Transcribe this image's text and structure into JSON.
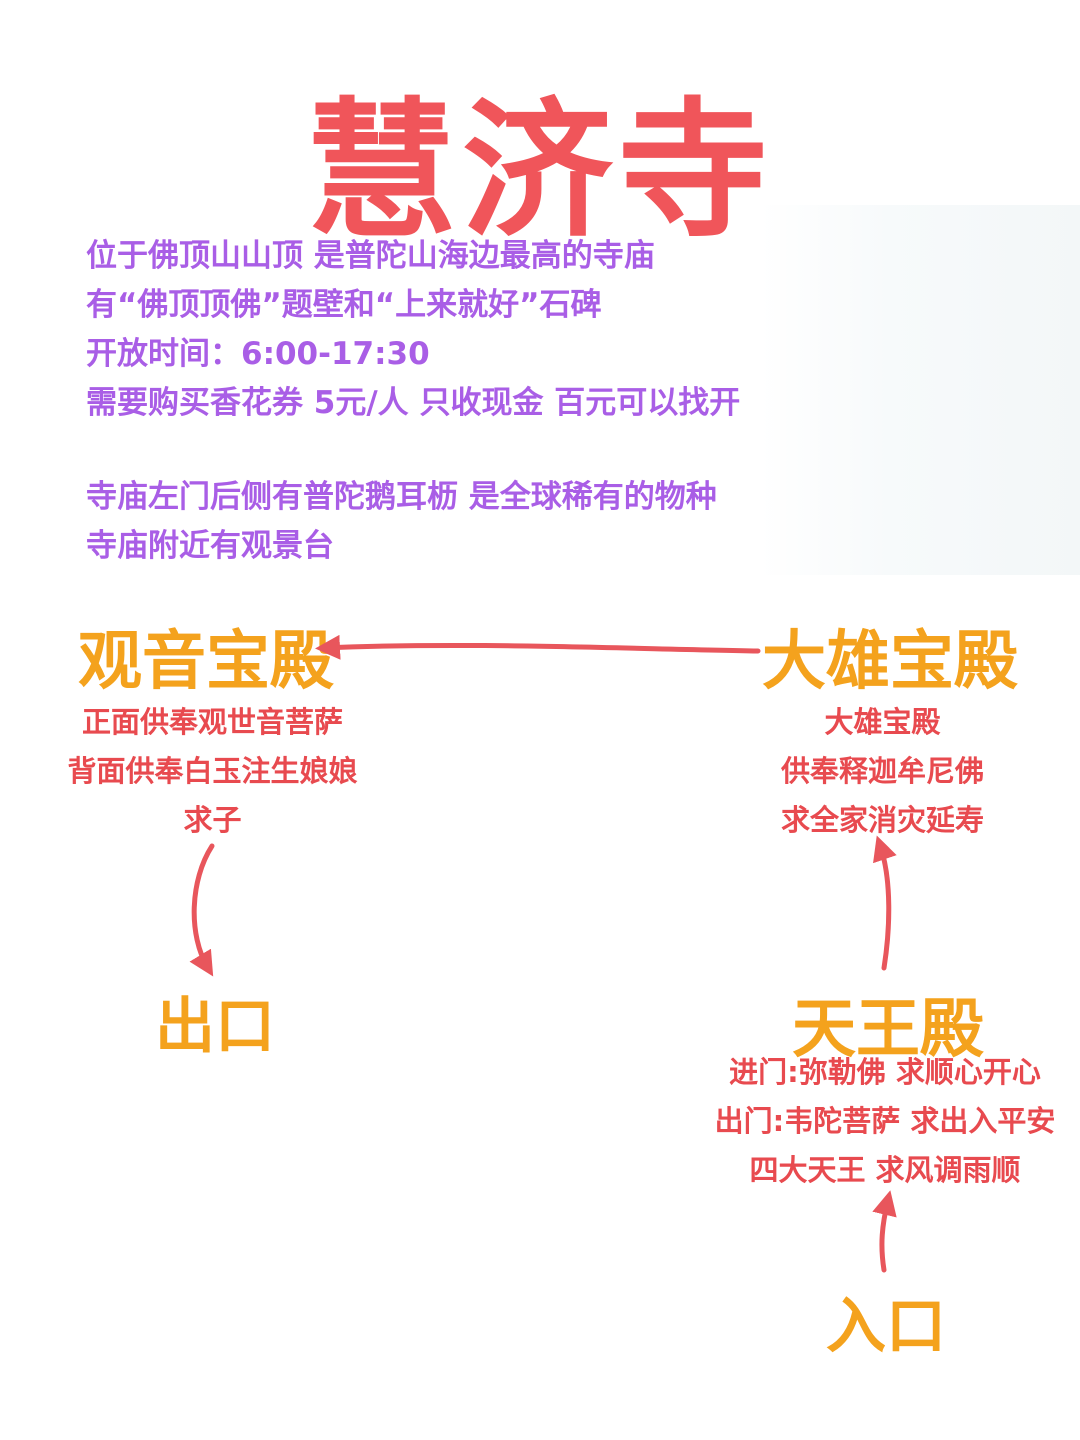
{
  "title": "慧济寺",
  "intro": {
    "lines": [
      "位于佛顶山山顶 是普陀山海边最高的寺庙",
      "有“佛顶顶佛”题壁和“上来就好”石碑",
      "开放时间：6:00-17:30",
      "需要购买香花券 5元/人 只收现金 百元可以找开"
    ],
    "extra_lines": [
      "寺庙左门后侧有普陀鹅耳枥 是全球稀有的物种",
      "寺庙附近有观景台"
    ]
  },
  "halls": {
    "guanyin": {
      "name": "观音宝殿",
      "desc": [
        "正面供奉观世音菩萨",
        "背面供奉白玉注生娘娘",
        "求子"
      ]
    },
    "daxiong": {
      "name": "大雄宝殿",
      "desc": [
        "大雄宝殿",
        "供奉释迦牟尼佛",
        "求全家消灾延寿"
      ]
    },
    "tianwang": {
      "name": "天王殿",
      "desc": [
        "进门:弥勒佛 求顺心开心",
        "出门:韦陀菩萨 求出入平安",
        "四大天王 求风调雨顺"
      ]
    }
  },
  "entrance": "入口",
  "exit": "出口",
  "colors": {
    "title": "#f0555a",
    "intro_text": "#a95ee6",
    "hall_name": "#f4a21d",
    "desc_text": "#e84a4f",
    "arrow": "#e8565c"
  }
}
